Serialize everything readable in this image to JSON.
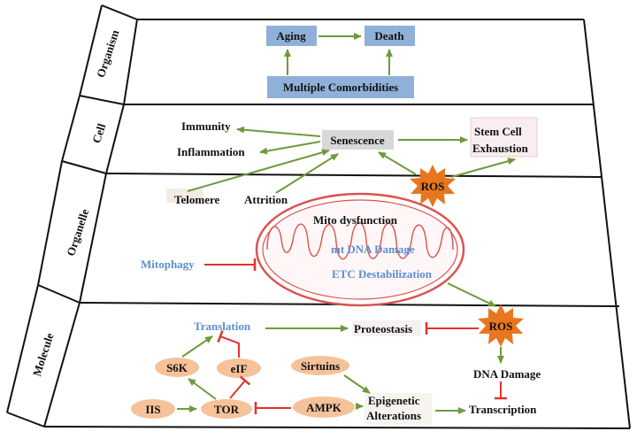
{
  "levels": {
    "organism": "Organism",
    "cell": "Cell",
    "organelle": "Organelle",
    "molecule": "Molecule"
  },
  "organism": {
    "aging": "Aging",
    "death": "Death",
    "comorbidities": "Multiple Comorbidities"
  },
  "cell": {
    "immunity": "Immunity",
    "inflammation": "Inflammation",
    "senescence": "Senescence",
    "stem_cell_line1": "Stem Cell",
    "stem_cell_line2": "Exhaustion",
    "ros": "ROS"
  },
  "organelle": {
    "telomere": "Telomere",
    "attrition": "Attrition",
    "mito_dysfunction": "Mito dysfunction",
    "mt_dna_damage": "mt DNA Damage",
    "etc_destabilization": "ETC Destabilization",
    "mitophagy": "Mitophagy"
  },
  "molecule": {
    "translation": "Translation",
    "proteostasis": "Proteostasis",
    "ros": "ROS",
    "s6k": "S6K",
    "eif": "eIF",
    "sirtuins": "Sirtuins",
    "dna_damage": "DNA Damage",
    "iis": "IIS",
    "tor": "TOR",
    "ampk": "AMPK",
    "epigenetic_line1": "Epigenetic",
    "epigenetic_line2": "Alterations",
    "transcription": "Transcription"
  },
  "colors": {
    "activate": "#6e9a3c",
    "inhibit": "#e0322f",
    "box_blue": "#8fb0d9",
    "oval": "#f5c29a",
    "ros_star": "#e8761e",
    "mito_outline": "#d9534f",
    "blue_text": "#5b8fd1"
  }
}
